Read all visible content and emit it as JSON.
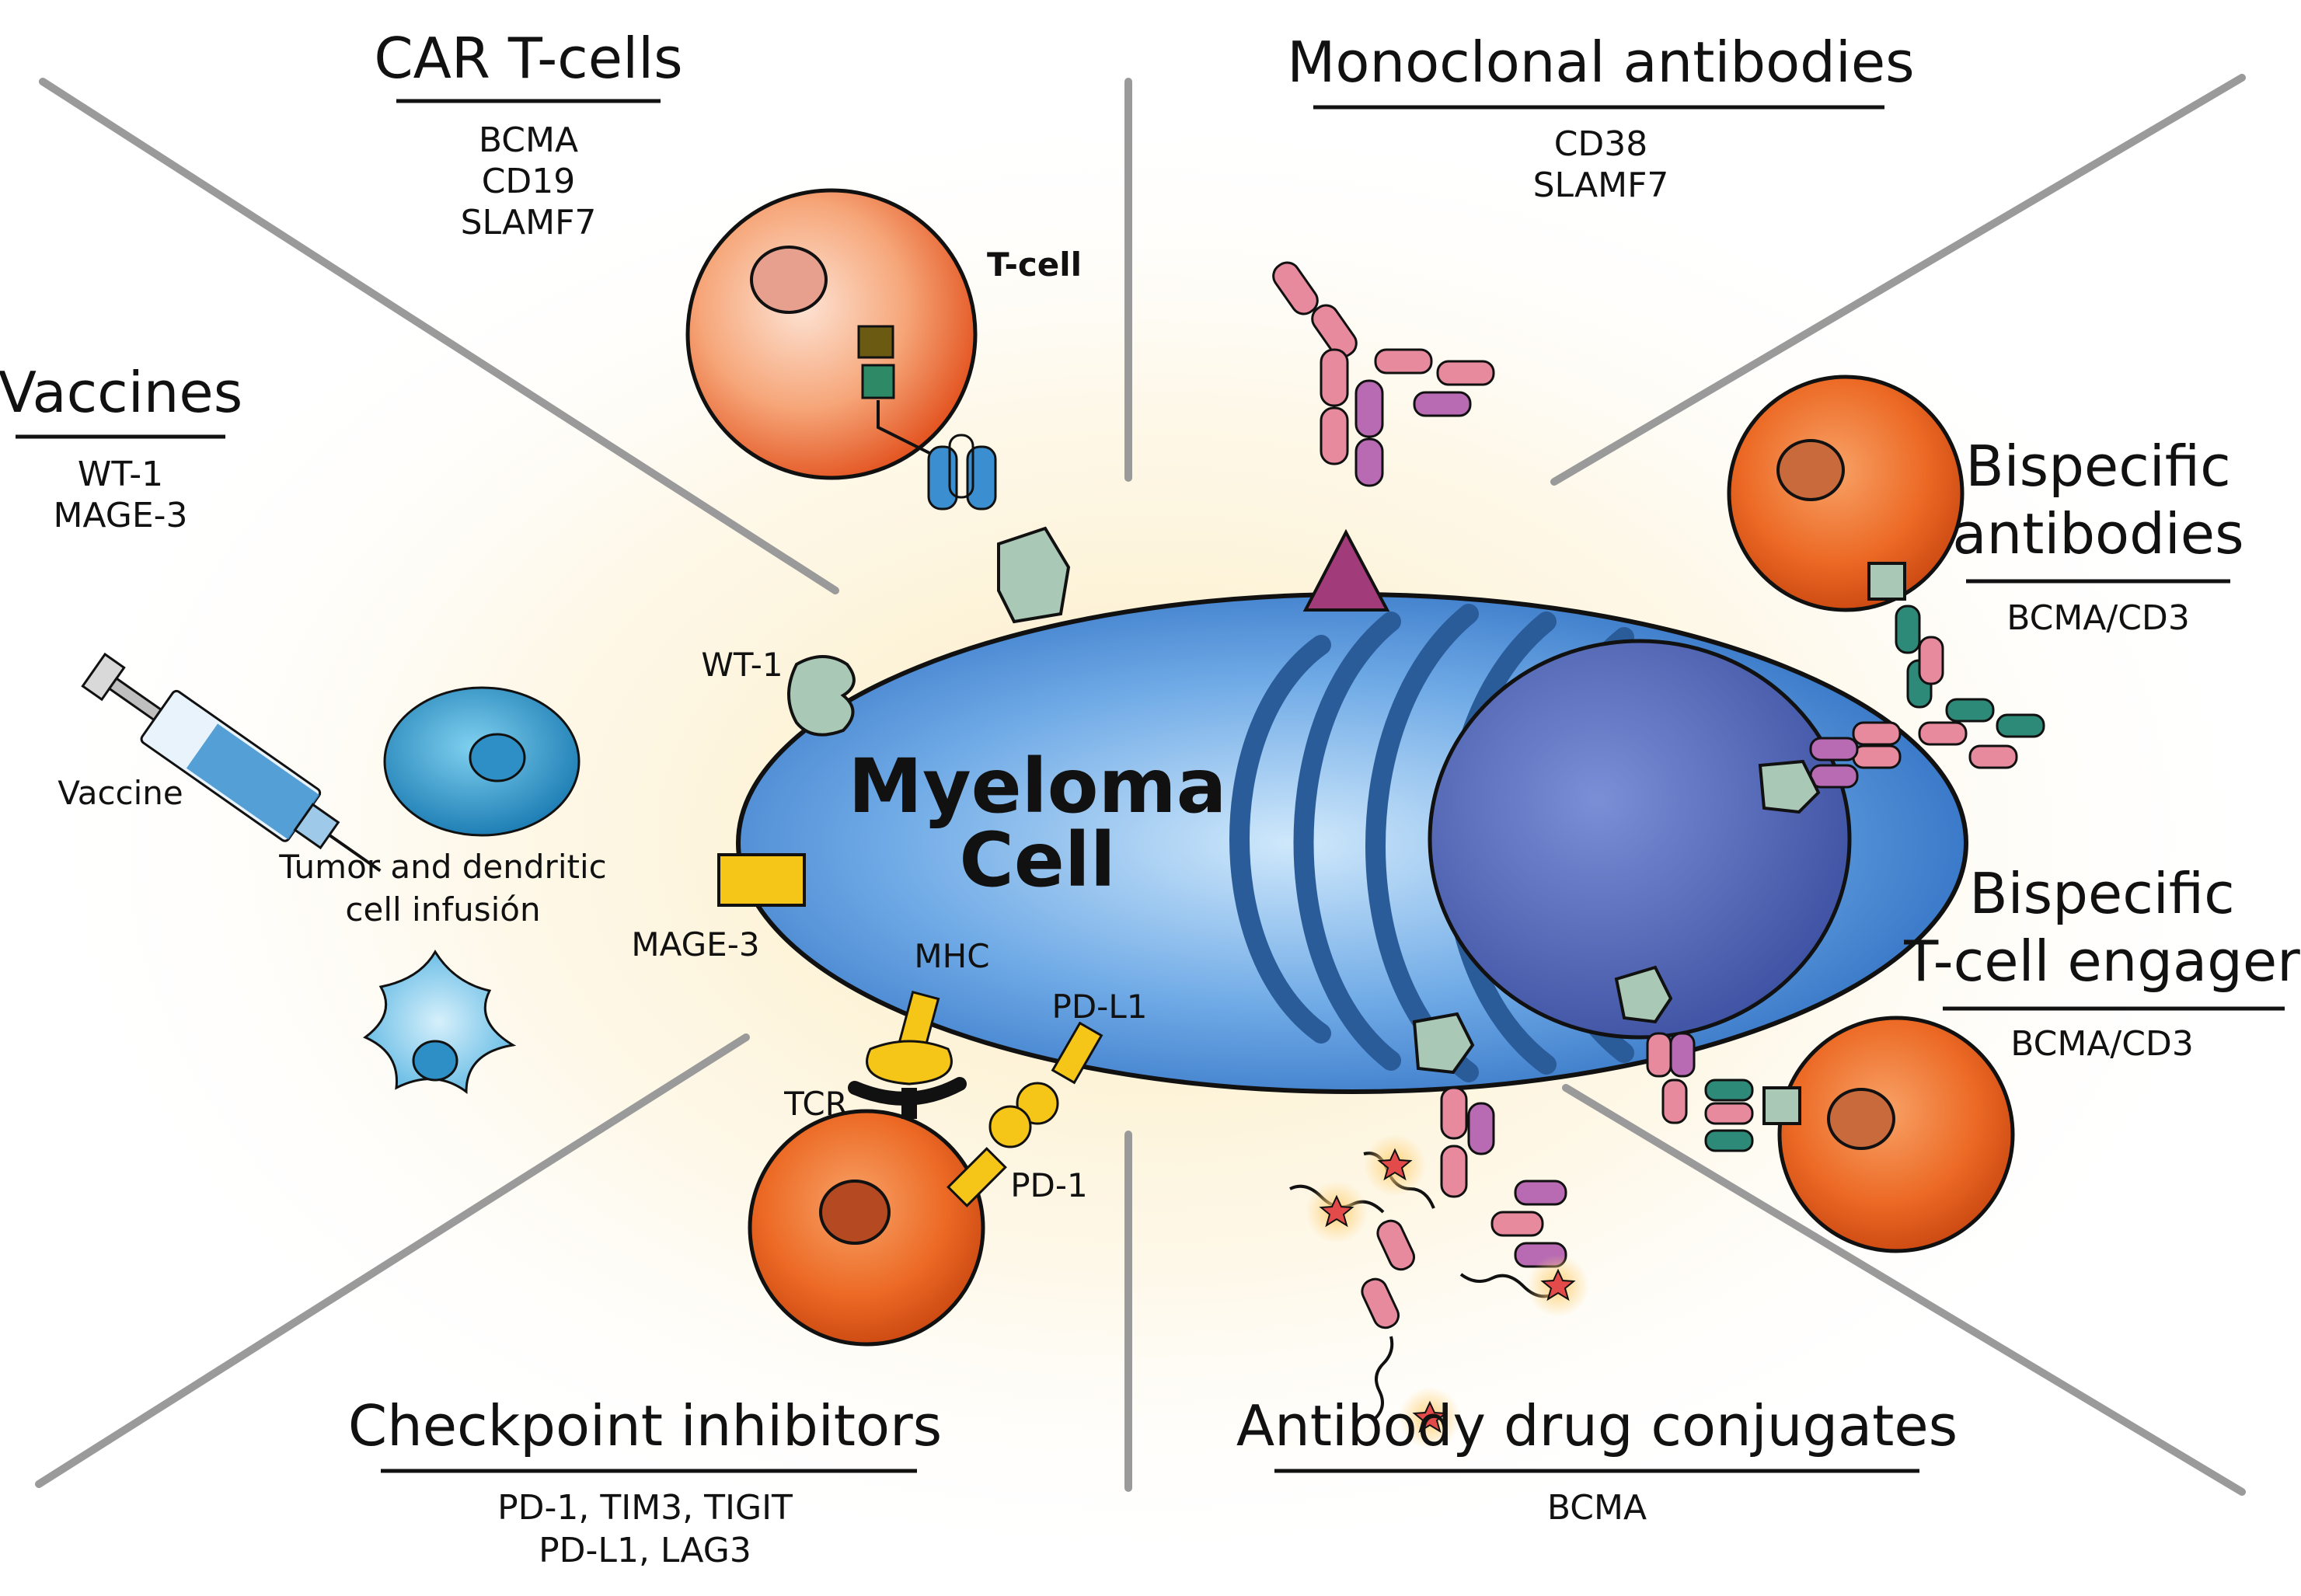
{
  "center": {
    "line1": "Myeloma",
    "line2": "Cell"
  },
  "sections": {
    "car": {
      "title": "CAR T-cells",
      "targets": [
        "BCMA",
        "CD19",
        "SLAMF7"
      ]
    },
    "mab": {
      "title": "Monoclonal antibodies",
      "targets": [
        "CD38",
        "SLAMF7"
      ]
    },
    "vaccines": {
      "title": "Vaccines",
      "targets": [
        "WT-1",
        "MAGE-3"
      ]
    },
    "bispecific_ab": {
      "title_line1": "Bispecific",
      "title_line2": "antibodies",
      "targets": [
        "BCMA/CD3"
      ]
    },
    "bite": {
      "title_line1": "Bispecific",
      "title_line2": "T-cell engager",
      "targets": [
        "BCMA/CD3"
      ]
    },
    "checkpoint": {
      "title": "Checkpoint inhibitors",
      "targets": [
        "PD-1, TIM3, TIGIT",
        "PD-L1, LAG3"
      ]
    },
    "adc": {
      "title": "Antibody drug conjugates",
      "targets": [
        "BCMA"
      ]
    }
  },
  "labels": {
    "t_cell": "T-cell",
    "wt1": "WT-1",
    "mage3": "MAGE-3",
    "mhc": "MHC",
    "pdl1": "PD-L1",
    "tcr": "TCR",
    "pd1": "PD-1",
    "vaccine": "Vaccine",
    "tumor_line1": "Tumor and dendritic",
    "tumor_line2": "cell infusión"
  },
  "colors": {
    "myeloma_fill": "#3f86d4",
    "myeloma_outline": "#111111",
    "nucleus": "#4a5fb0",
    "er": "#2b5c9a",
    "tcell_outer": "#e8541c",
    "antigen_green": "#a9c9b6",
    "antigen_yellow": "#f5c518",
    "antigen_purple": "#a23b7a",
    "antibody_pink": "#e88a9e",
    "antibody_purple": "#b86bb3",
    "antibody_teal": "#2e8a78",
    "divider": "#9a9a9a",
    "glow": "#fbe9b8"
  }
}
